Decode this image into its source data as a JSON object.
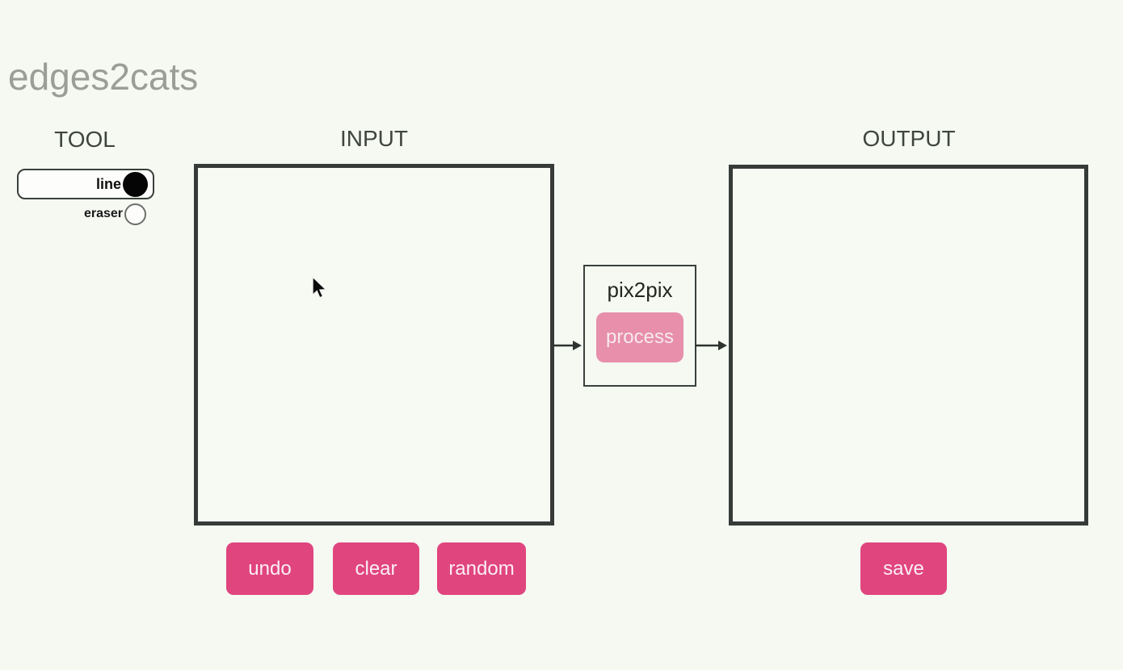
{
  "page": {
    "title": "edges2cats",
    "background_color": "#f5f9f2"
  },
  "tool": {
    "heading": "TOOL",
    "options": [
      {
        "label": "line",
        "selected": true
      },
      {
        "label": "eraser",
        "selected": false
      }
    ]
  },
  "input": {
    "heading": "INPUT",
    "canvas_state": "empty",
    "actions": [
      "undo",
      "clear",
      "random"
    ]
  },
  "model": {
    "name": "pix2pix",
    "process_label": "process",
    "process_enabled": false
  },
  "output": {
    "heading": "OUTPUT",
    "canvas_state": "empty",
    "save_label": "save"
  },
  "icons": {
    "radio_selected": "filled-black-circle",
    "radio_unselected": "empty-circle",
    "arrows": "right-arrow",
    "pointer": "mouse-cursor-arrow"
  },
  "colors": {
    "accent_pink": "#e0457e",
    "accent_pink_disabled": "#e78fab",
    "button_text": "#fbeef4",
    "canvas_border": "#363b39",
    "title_gray": "#9b9d96",
    "heading_dark": "#3f443f"
  }
}
